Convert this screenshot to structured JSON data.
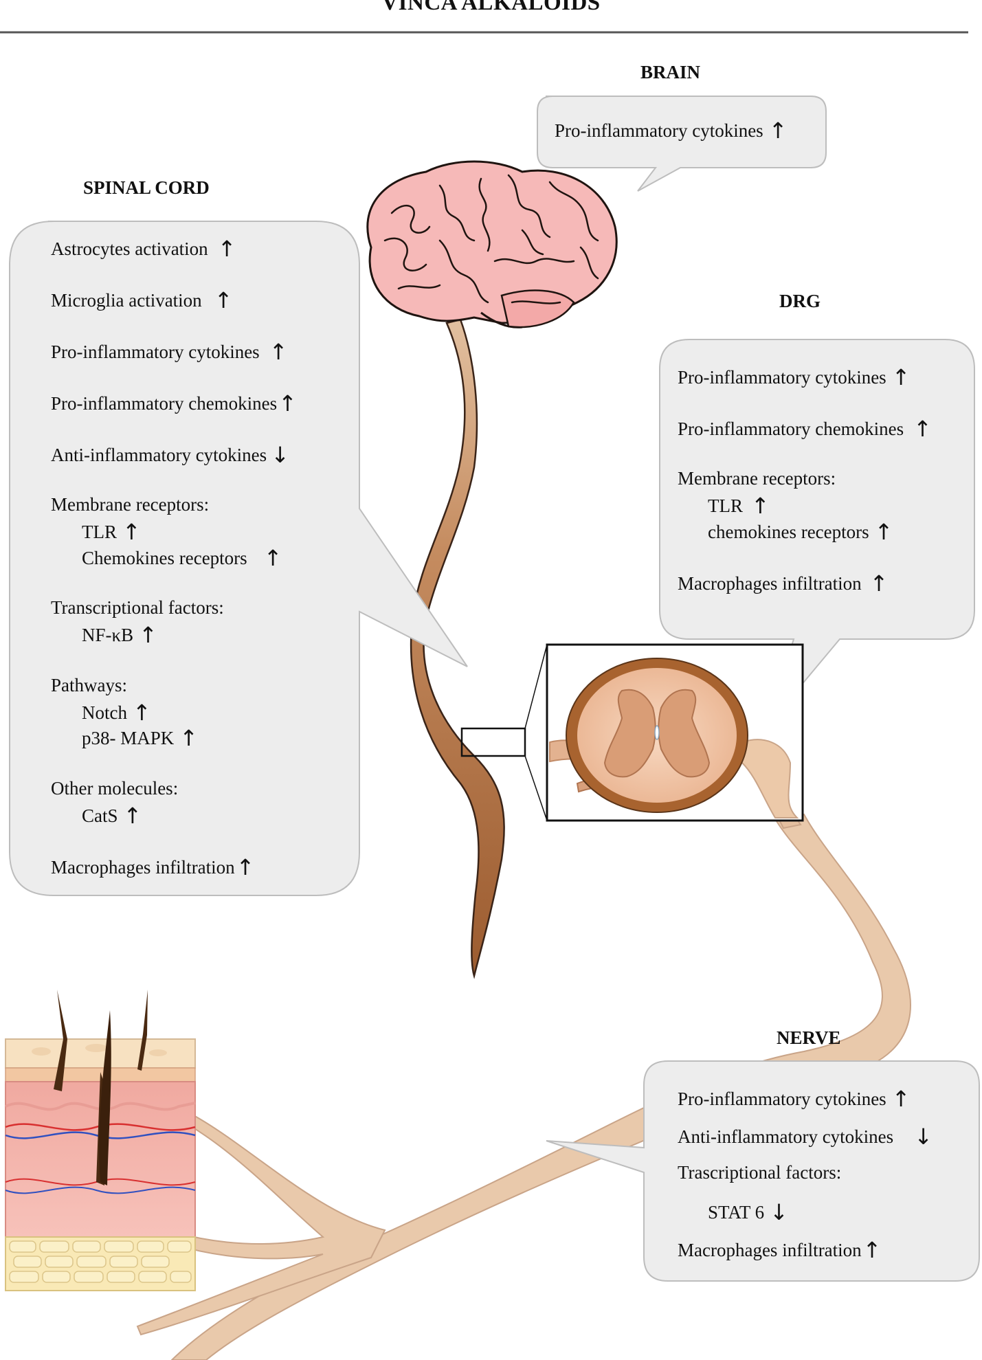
{
  "title": "VINCA ALKALOIDS",
  "brain": {
    "heading": "BRAIN",
    "items": [
      {
        "text": "Pro-inflammatory cytokines",
        "arrow": "↑"
      }
    ]
  },
  "spinal_cord": {
    "heading": "SPINAL CORD",
    "items": [
      {
        "text": "Astrocytes activation",
        "arrow": "↑"
      },
      {
        "text": "Microglia activation",
        "arrow": "↑"
      },
      {
        "text": "Pro-inflammatory cytokines",
        "arrow": "↑"
      },
      {
        "text": "Pro-inflammatory chemokines",
        "arrow": "↑"
      },
      {
        "text": "Anti-inflammatory cytokines",
        "arrow": "↓"
      },
      {
        "text": "Membrane receptors:",
        "arrow": ""
      },
      {
        "text": "TLR",
        "arrow": "↑"
      },
      {
        "text": "Chemokines receptors",
        "arrow": "↑"
      },
      {
        "text": "Transcriptional factors:",
        "arrow": ""
      },
      {
        "text": "NF-κB",
        "arrow": "↑"
      },
      {
        "text": "Pathways:",
        "arrow": ""
      },
      {
        "text": "Notch",
        "arrow": "↑"
      },
      {
        "text": "p38- MAPK",
        "arrow": "↑"
      },
      {
        "text": "Other molecules:",
        "arrow": ""
      },
      {
        "text": "CatS",
        "arrow": "↑"
      },
      {
        "text": "Macrophages infiltration",
        "arrow": "↑"
      }
    ]
  },
  "drg": {
    "heading": "DRG",
    "items": [
      {
        "text": "Pro-inflammatory cytokines",
        "arrow": "↑"
      },
      {
        "text": "Pro-inflammatory chemokines",
        "arrow": "↑"
      },
      {
        "text": "Membrane receptors:",
        "arrow": ""
      },
      {
        "text": "TLR",
        "arrow": "↑"
      },
      {
        "text": "chemokines receptors",
        "arrow": "↑"
      },
      {
        "text": "Macrophages infiltration",
        "arrow": "↑"
      }
    ]
  },
  "nerve": {
    "heading": "NERVE",
    "items": [
      {
        "text": "Pro-inflammatory cytokines",
        "arrow": "↑"
      },
      {
        "text": "Anti-inflammatory cytokines",
        "arrow": "↓"
      },
      {
        "text": "Trascriptional factors:",
        "arrow": ""
      },
      {
        "text": "STAT 6",
        "arrow": "↓"
      },
      {
        "text": "Macrophages infiltration",
        "arrow": "↑"
      }
    ]
  },
  "colors": {
    "callout_fill": "#ededed",
    "callout_stroke": "#bdbdbd",
    "brain_fill": "#f4b8b8",
    "cord_dark": "#a7693e",
    "cord_light": "#dcb494",
    "nerve_fill": "#e8c8aa",
    "nerve_stroke": "#c9a488"
  }
}
